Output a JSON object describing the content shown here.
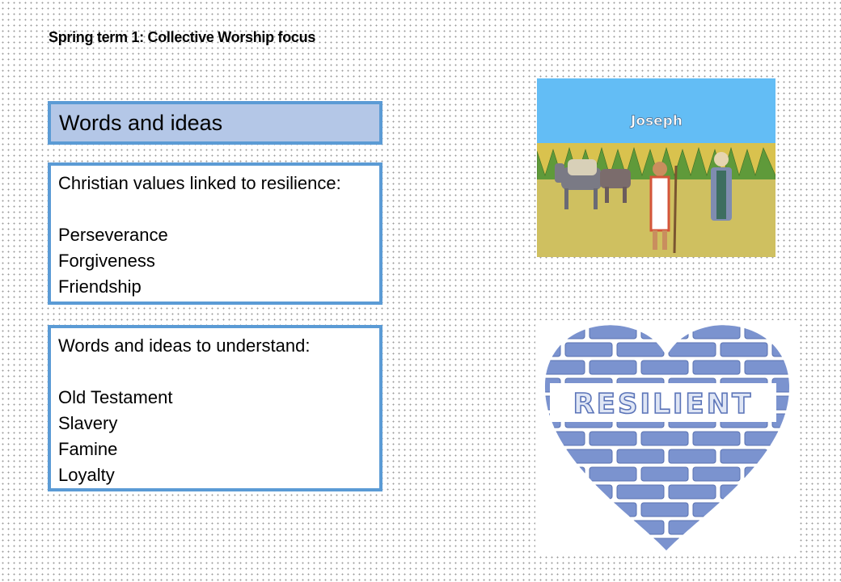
{
  "title": "Spring term 1: Collective Worship focus",
  "heading": "Words and ideas",
  "values_box": {
    "heading": "Christian values linked to resilience:",
    "items": [
      "Perseverance",
      "Forgiveness",
      "Friendship"
    ]
  },
  "words_box": {
    "heading": "Words and ideas to understand:",
    "items": [
      "Old Testament",
      "Slavery",
      "Famine",
      "Loyalty"
    ]
  },
  "joseph_image": {
    "caption": "Joseph"
  },
  "heart_image": {
    "caption": "RESILIENT"
  },
  "colors": {
    "border": "#5b9bd5",
    "heading_fill": "#b4c7e7",
    "brick": "#7b93cf",
    "sky": "#63bdf5",
    "ground": "#cfc060"
  }
}
